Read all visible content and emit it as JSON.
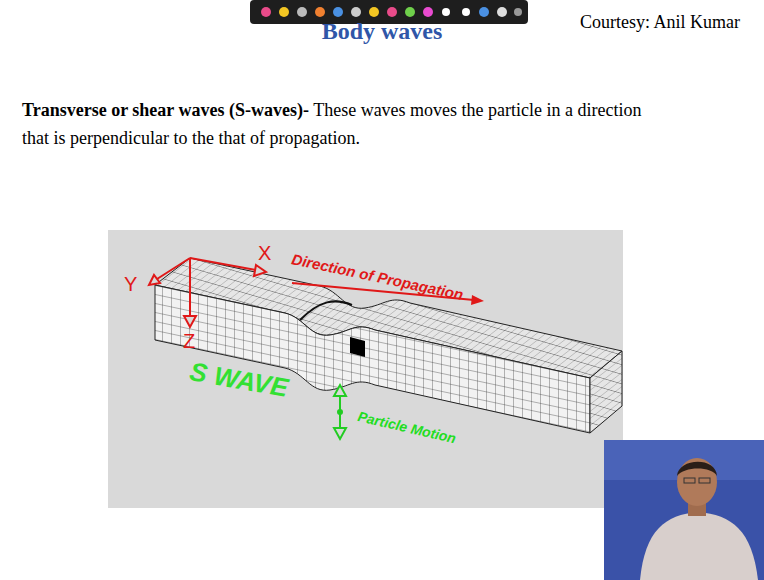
{
  "diagram": {
    "title": "Body waves",
    "labels": [
      "Courtesy: Anil Kumar",
      "Transverse or shear waves (S-waves)-",
      "These waves moves the particle in a direction that is perpendicular to the that of propagation.",
      "X",
      "Y",
      "Z",
      "Direction of Propagation",
      "S WAVE",
      "Particle Motion"
    ]
  }
}
